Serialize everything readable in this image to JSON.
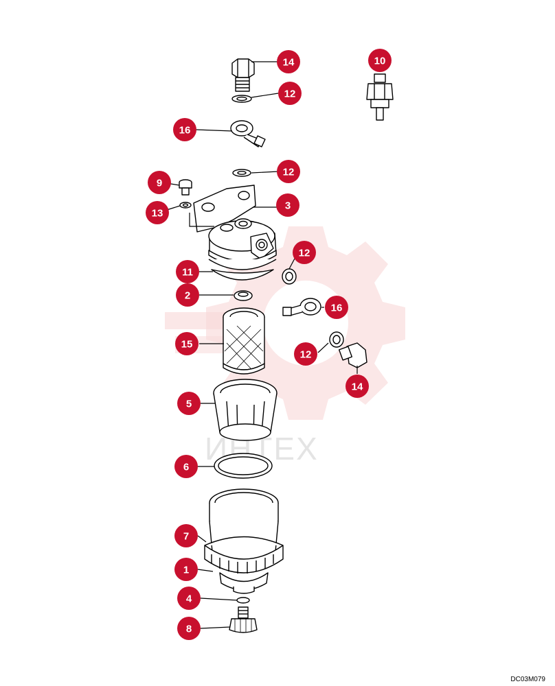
{
  "diagram": {
    "drawing_code": "DC03M079",
    "watermark_text": "ИНТЕХ",
    "colors": {
      "callout": "#c8102e",
      "callout_text": "#ffffff",
      "line": "#000000",
      "watermark": "#f2b8b8"
    },
    "callouts": [
      {
        "label": "14"
      },
      {
        "label": "12"
      },
      {
        "label": "10"
      },
      {
        "label": "16"
      },
      {
        "label": "12"
      },
      {
        "label": "9"
      },
      {
        "label": "3"
      },
      {
        "label": "13"
      },
      {
        "label": "12"
      },
      {
        "label": "11"
      },
      {
        "label": "2"
      },
      {
        "label": "16"
      },
      {
        "label": "15"
      },
      {
        "label": "12"
      },
      {
        "label": "14"
      },
      {
        "label": "5"
      },
      {
        "label": "6"
      },
      {
        "label": "7"
      },
      {
        "label": "1"
      },
      {
        "label": "4"
      },
      {
        "label": "8"
      }
    ]
  }
}
